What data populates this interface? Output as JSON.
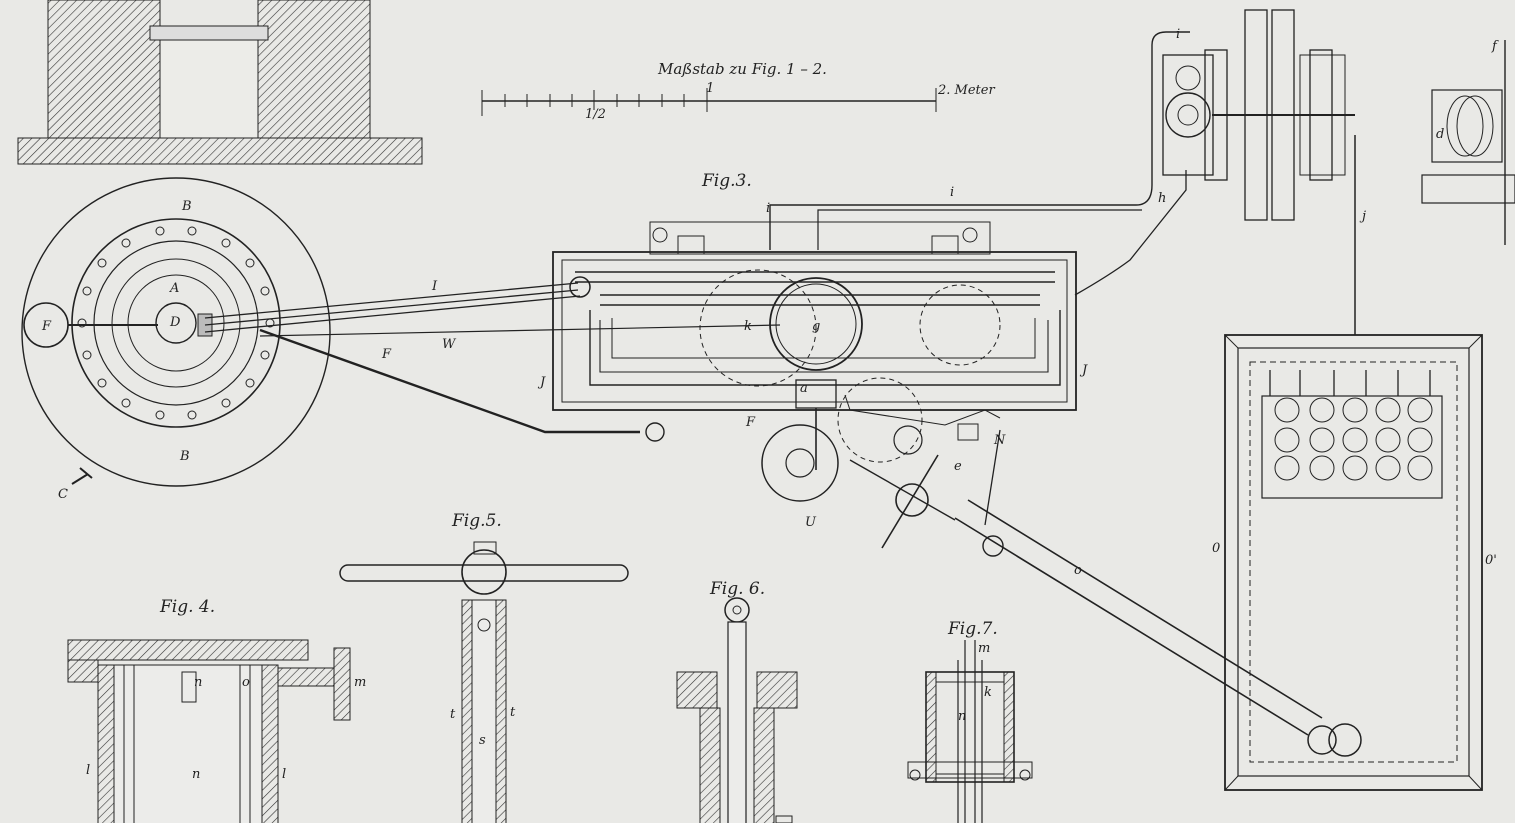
{
  "scale": {
    "title": "Maßstab zu Fig. 1 – 2.",
    "half": "1/2",
    "one": "1",
    "end": "2. Meter"
  },
  "figures": {
    "fig3": "Fig.3.",
    "fig4": "Fig. 4.",
    "fig5": "Fig.5.",
    "fig6": "Fig. 6.",
    "fig7": "Fig.7."
  },
  "letters": {
    "b_top": "B",
    "b_bottom": "B",
    "a": "A",
    "d": "D",
    "f_ring": "F",
    "c_valve": "C",
    "i_rod": "I",
    "w_rod": "W",
    "f_pipe": "F",
    "j_left": "J",
    "j_right": "J",
    "g": "g",
    "k": "k",
    "f_small": "F",
    "a_small": "a",
    "n": "N",
    "u": "U",
    "e": "e",
    "o_pipe": "o",
    "i_top": "i",
    "i_mid": "i",
    "i_right": "i",
    "h": "h",
    "j_vert": "j",
    "f_corner": "f",
    "d_right": "d",
    "o_left": "0",
    "o_right": "0'",
    "fig4_l_left": "l",
    "fig4_n": "n",
    "fig4_l_right": "l",
    "fig4_m": "m",
    "fig4_n_top": "n",
    "fig4_o": "o",
    "fig5_t_left": "t",
    "fig5_t_right": "t",
    "fig5_s": "s",
    "fig7_m": "m",
    "fig7_k": "k",
    "fig7_n": "n"
  }
}
